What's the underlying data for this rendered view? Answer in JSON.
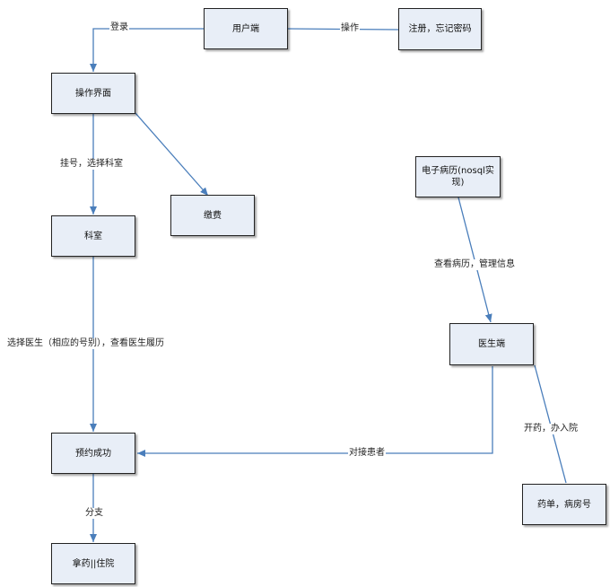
{
  "nodes": {
    "user": "用户端",
    "register": "注册，忘记密码",
    "ui": "操作界面",
    "pay": "缴费",
    "dept": "科室",
    "success": "预约成功",
    "medicine": "拿药||住院",
    "emr": "电子病历(nosql实现)",
    "doctor": "医生端",
    "prescription": "药单，病房号"
  },
  "edges": {
    "login": "登录",
    "operate": "操作",
    "register_dept": "挂号，选择科室",
    "choose_doctor": "选择医生（相应的号别），查看医生履历",
    "divide": "分支",
    "view_emr": "查看病历，管理信息",
    "connect_patient": "对接患者",
    "prescribe": "开药，办入院"
  },
  "colors": {
    "line": "#4a7ebb",
    "node_fill": "#e8eef7"
  }
}
